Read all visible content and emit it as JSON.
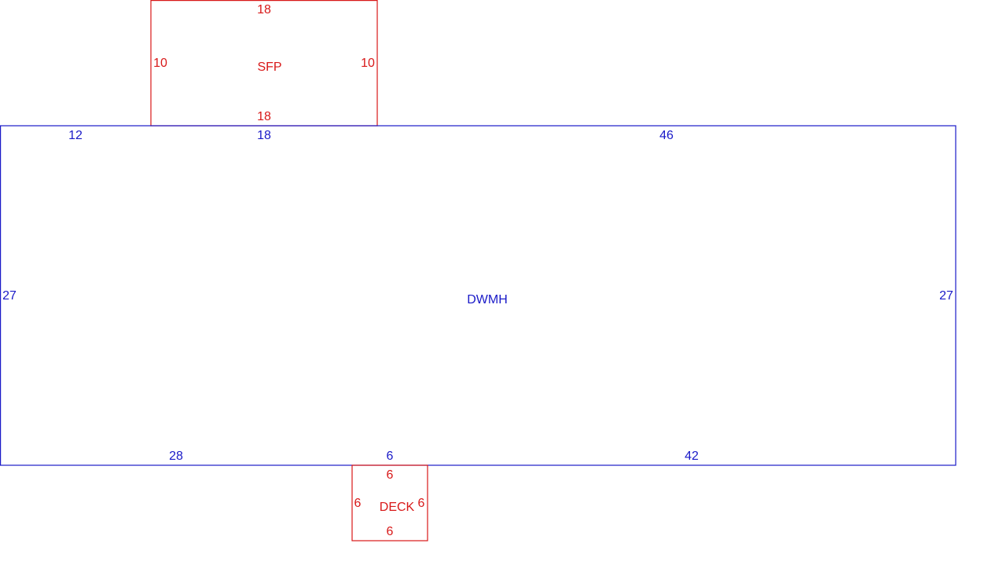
{
  "sketch": {
    "sfp": {
      "name": "SFP",
      "top": "18",
      "bottom": "18",
      "left": "10",
      "right": "10",
      "color": "#d81818"
    },
    "dwmh": {
      "name": "DWMH",
      "top_left": "12",
      "top_mid": "18",
      "top_right": "46",
      "left": "27",
      "right": "27",
      "bottom_left": "28",
      "bottom_mid": "6",
      "bottom_right": "42",
      "color": "#1a1ac8"
    },
    "deck": {
      "name": "DECK",
      "top": "6",
      "bottom": "6",
      "left": "6",
      "right": "6",
      "color": "#d81818"
    }
  }
}
